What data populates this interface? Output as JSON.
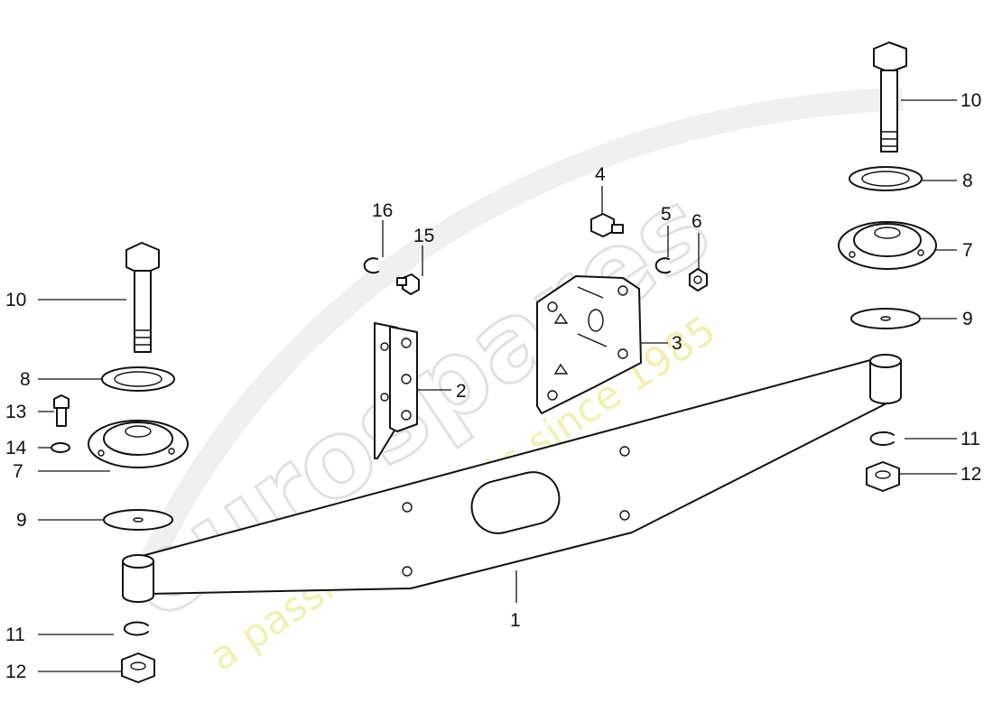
{
  "watermark": {
    "brand": "eurospares",
    "tagline": "a passion for parts since 1985"
  },
  "labels": [
    {
      "id": "1",
      "text": "1"
    },
    {
      "id": "2",
      "text": "2"
    },
    {
      "id": "3",
      "text": "3"
    },
    {
      "id": "4",
      "text": "4"
    },
    {
      "id": "5",
      "text": "5"
    },
    {
      "id": "6",
      "text": "6"
    },
    {
      "id": "7L",
      "text": "7"
    },
    {
      "id": "7R",
      "text": "7"
    },
    {
      "id": "8L",
      "text": "8"
    },
    {
      "id": "8R",
      "text": "8"
    },
    {
      "id": "9L",
      "text": "9"
    },
    {
      "id": "9R",
      "text": "9"
    },
    {
      "id": "10L",
      "text": "10"
    },
    {
      "id": "10R",
      "text": "10"
    },
    {
      "id": "11L",
      "text": "11"
    },
    {
      "id": "11R",
      "text": "11"
    },
    {
      "id": "12L",
      "text": "12"
    },
    {
      "id": "12R",
      "text": "12"
    },
    {
      "id": "13",
      "text": "13"
    },
    {
      "id": "14",
      "text": "14"
    },
    {
      "id": "15",
      "text": "15"
    },
    {
      "id": "16",
      "text": "16"
    }
  ]
}
